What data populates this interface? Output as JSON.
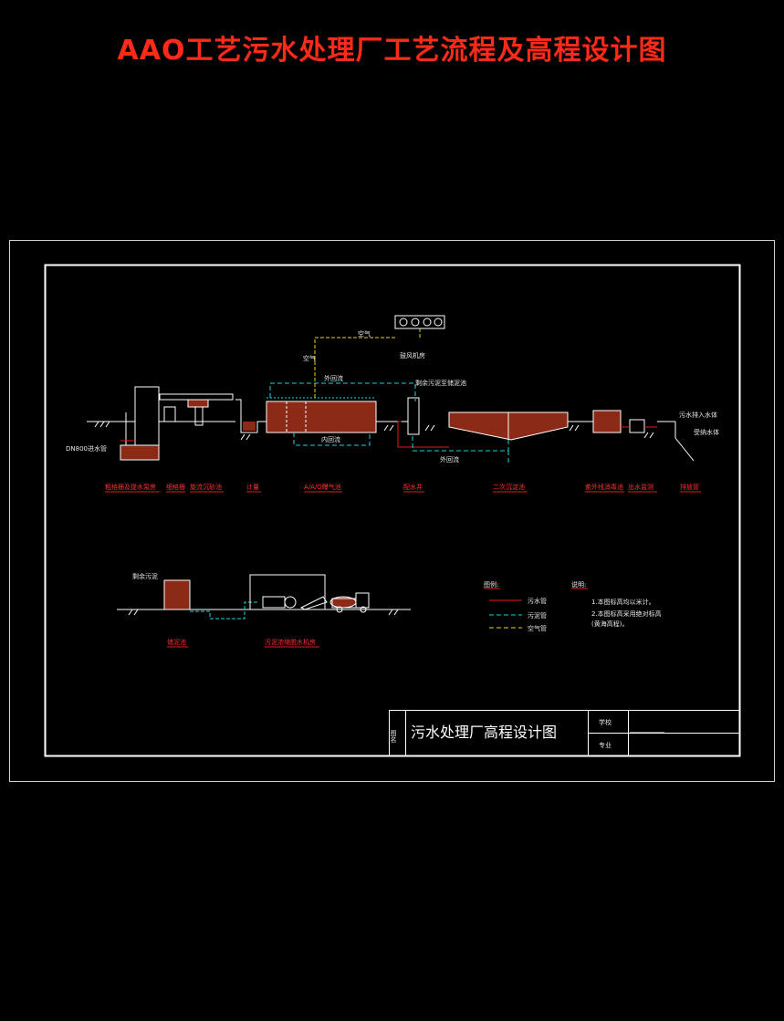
{
  "page_title": "AAO工艺污水处理厂工艺流程及高程设计图",
  "colors": {
    "title": "#ff2a1a",
    "tank_fill": "#8b2a16",
    "sewage_pipe": "#e01b1b",
    "sludge_pipe": "#19d3e0",
    "air_pipe": "#e8d21a",
    "label": "#ff3030"
  },
  "process": {
    "pipe_labels": {
      "air": "空气",
      "air_vertical": "空气",
      "blower": "鼓风机房",
      "external_return": "外回流",
      "internal_return": "内回流",
      "excess_sludge": "剩余污泥至储泥池",
      "external_return_bottom": "外回流",
      "inlet_pipe": "DN800进水管",
      "outfall_top": "污水排入水体",
      "outfall_bottom": "受纳水体"
    },
    "units": [
      "粗格栅及提水泵房",
      "细格栅",
      "旋流沉砂池",
      "计量",
      "A/A/O曝气池",
      "配水井",
      "二次沉淀池",
      "紫外线消毒池",
      "出水监测",
      "排放管"
    ]
  },
  "sludge": {
    "inlet_label": "剩余污泥",
    "units": [
      "储泥池",
      "污泥浓缩脱水机房"
    ]
  },
  "legend": {
    "title": "图例:",
    "items": [
      {
        "label": "污水管",
        "type": "sewage"
      },
      {
        "label": "污泥管",
        "type": "sludge"
      },
      {
        "label": "空气管",
        "type": "air"
      }
    ]
  },
  "notes": {
    "title": "说明:",
    "lines": [
      "1.本图标高均以米计。",
      "2.本图标高采用绝对标高",
      "(黄海高程)。"
    ]
  },
  "title_block": {
    "label_tuming": "图名",
    "drawing_name": "污水处理厂高程设计图",
    "label_school": "学校",
    "label_major": "专业"
  }
}
